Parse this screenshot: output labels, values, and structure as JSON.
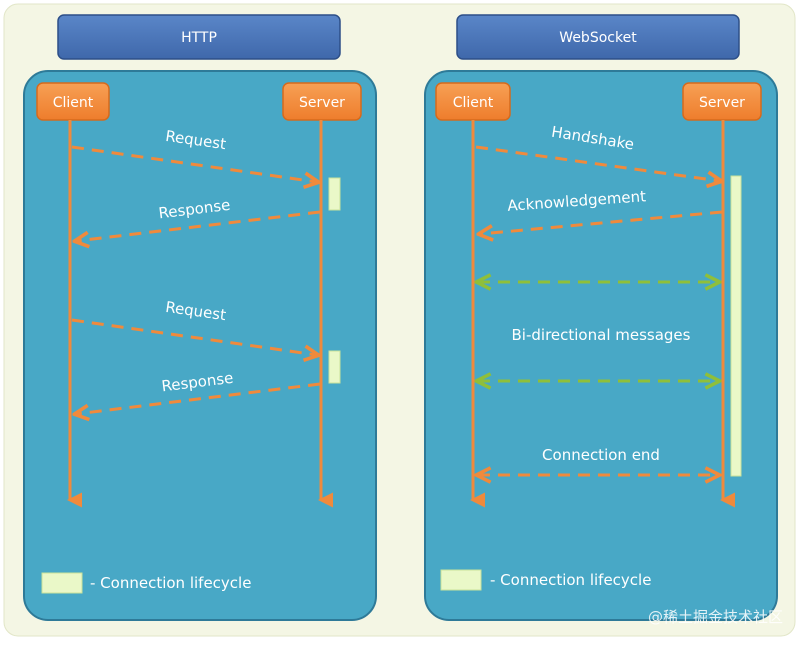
{
  "http": {
    "title": "HTTP",
    "client_label": "Client",
    "server_label": "Server",
    "messages": [
      "Request",
      "Response",
      "Request",
      "Response"
    ],
    "legend_text": "- Connection lifecycle"
  },
  "websocket": {
    "title": "WebSocket",
    "client_label": "Client",
    "server_label": "Server",
    "messages": [
      "Handshake",
      "Acknowledgement",
      "Bi-directional messages",
      "Connection end"
    ],
    "legend_text": "- Connection lifecycle"
  },
  "watermark": "@稀土掘金技术社区",
  "colors": {
    "page_bg": "#f4f6e4",
    "panel_bg": "#48a8c6",
    "panel_border": "#2e7a98",
    "header_bg": "#4873b8",
    "header_border": "#2d4f88",
    "actor_bg": "#f28a3a",
    "actor_border": "#d66a1c",
    "lifeline": "#f08a3c",
    "arrow_orange": "#f08a3c",
    "arrow_green": "#8fbf3a",
    "lifecycle_bar": "#eaf8c8",
    "text_light": "#ffffff"
  }
}
